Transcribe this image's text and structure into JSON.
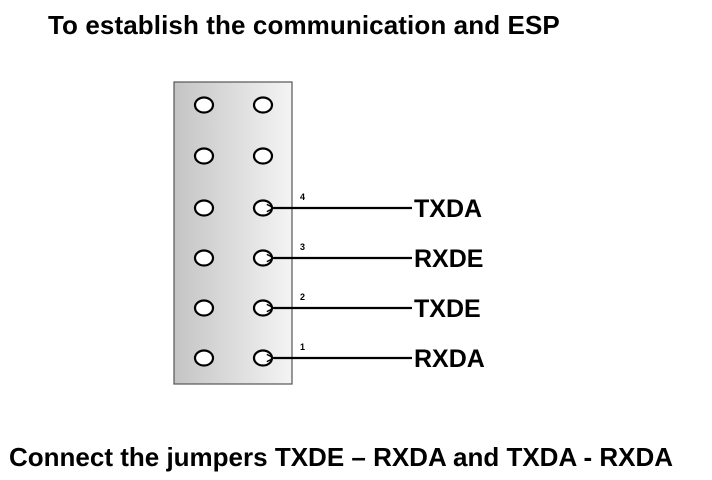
{
  "title": "To establish the communication and ESP",
  "footer": "Connect the jumpers TXDE – RXDA and TXDA - RXDA",
  "header": {
    "rows": 6,
    "columns": 2
  },
  "connections": [
    {
      "pin_number": "4",
      "label": "TXDA"
    },
    {
      "pin_number": "3",
      "label": "RXDE"
    },
    {
      "pin_number": "2",
      "label": "TXDE"
    },
    {
      "pin_number": "1",
      "label": "RXDA"
    }
  ],
  "colors": {
    "header_gradient_start": "#c4c4c4",
    "header_gradient_end": "#f4f4f4",
    "border": "#555555",
    "pin_fill": "#ffffff",
    "ink": "#000000"
  }
}
